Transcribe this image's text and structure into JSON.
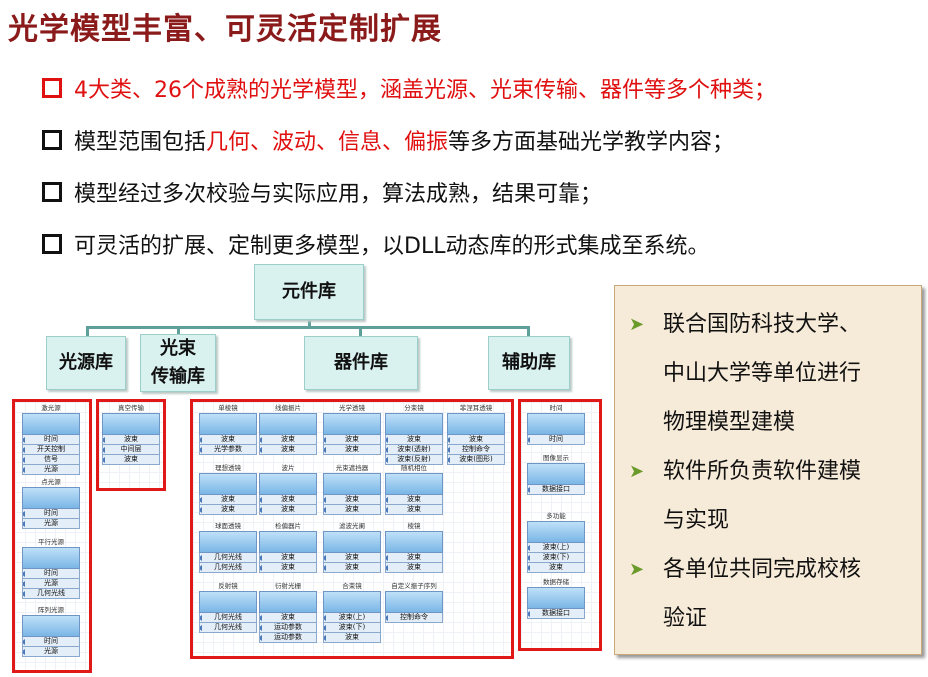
{
  "title": "光学模型丰富、可灵活定制扩展",
  "bullets": [
    {
      "red": true,
      "parts": [
        "4大类、26个成熟的光学模型，涵盖光源、光束传输、器件等多个种类；"
      ]
    },
    {
      "red": false,
      "parts": [
        "模型范围包括",
        "几何、波动、信息、偏振",
        "等多方面基础光学教学内容；"
      ]
    },
    {
      "red": false,
      "parts": [
        "模型经过多次校验与实际应用，算法成熟，结果可靠；"
      ]
    },
    {
      "red": false,
      "parts": [
        "可灵活的扩展、定制更多模型，以DLL动态库的形式集成至系统。"
      ]
    }
  ],
  "tree": {
    "root": "元件库",
    "children": [
      "光源库",
      "光束传输库",
      "器件库",
      "辅助库"
    ],
    "child2_lines": [
      "光束",
      "传输库"
    ]
  },
  "modules": {
    "light": [
      {
        "t": "激光源",
        "rows": [
          "时间",
          "开关控制",
          "信号",
          "光源"
        ]
      },
      {
        "t": "点光源",
        "rows": [
          "时间",
          "光源"
        ]
      },
      {
        "t": "平行光源",
        "rows": [
          "时间",
          "光源",
          "几何光线"
        ]
      },
      {
        "t": "阵列光源",
        "rows": [
          "时间",
          "光源"
        ]
      }
    ],
    "beam": [
      {
        "t": "真空传输",
        "rows": [
          "波束",
          "中间层",
          "波束"
        ]
      }
    ],
    "device": [
      {
        "t": "单棱镜",
        "rows": [
          "波束",
          "光学参数"
        ]
      },
      {
        "t": "线偏振片",
        "rows": [
          "波束",
          "波束"
        ]
      },
      {
        "t": "光学透镜",
        "rows": [
          "波束",
          "波束"
        ]
      },
      {
        "t": "分束镜",
        "rows": [
          "波束",
          "波束(透射)",
          "波束(反射)"
        ]
      },
      {
        "t": "菲涅耳透镜",
        "rows": [
          "波束",
          "控制命令",
          "波束(图形)"
        ]
      },
      {
        "t": "理想透镜",
        "rows": [
          "波束",
          "波束"
        ]
      },
      {
        "t": "波片",
        "rows": [
          "波束",
          "波束"
        ]
      },
      {
        "t": "光束遮挡器",
        "rows": [
          "波束",
          "波束"
        ]
      },
      {
        "t": "随机相位",
        "rows": [
          "波束",
          "波束"
        ]
      },
      {
        "t": "球面透镜",
        "rows": [
          "几何光线",
          "几何光线"
        ]
      },
      {
        "t": "检偏器片",
        "rows": [
          "波束",
          "波束"
        ]
      },
      {
        "t": "滤波光阑",
        "rows": [
          "波束",
          "波束"
        ]
      },
      {
        "t": "棱镜",
        "rows": [
          "波束",
          "波束"
        ]
      },
      {
        "t": "反射镜",
        "rows": [
          "几何光线",
          "几何光线"
        ]
      },
      {
        "t": "衍射光栅",
        "rows": [
          "波束",
          "运动参数",
          "运动参数"
        ]
      },
      {
        "t": "合束镜",
        "rows": [
          "波束(上)",
          "波束(下)",
          "波束"
        ]
      },
      {
        "t": "自定义振子序列",
        "rows": [
          "控制命令"
        ]
      }
    ],
    "aux": [
      {
        "t": "时间",
        "rows": [
          "时间"
        ]
      },
      {
        "t": "图像显示",
        "rows": [
          "数据接口"
        ]
      },
      {
        "t": "多功能",
        "rows": [
          "波束(上)",
          "波束(下)",
          "波束"
        ]
      },
      {
        "t": "数据存储",
        "rows": [
          "数据接口"
        ]
      }
    ]
  },
  "panel": [
    {
      "lines": [
        "联合国防科技大学、",
        "中山大学等单位进行",
        "物理模型建模"
      ]
    },
    {
      "lines": [
        "软件所负责软件建模",
        "与实现"
      ]
    },
    {
      "lines": [
        "各单位共同完成校核",
        "验证"
      ]
    }
  ],
  "colors": {
    "title": "#8b1a1a",
    "red": "#e01010",
    "node": "#d9f1ef",
    "panel": "#f6ead8",
    "arrow": "#6a9a2a"
  },
  "icons": {
    "bullet": "hollow-square",
    "panel_bullet": "chevron-right"
  }
}
